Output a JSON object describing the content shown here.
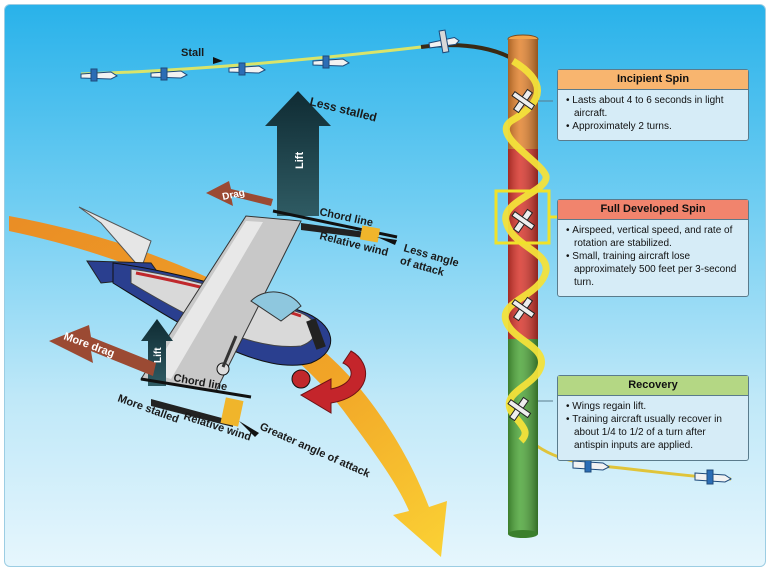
{
  "labels": {
    "stall": "Stall",
    "less_stalled": "Less stalled",
    "lift_top": "Lift",
    "drag_top": "Drag",
    "chord_line_top": "Chord line",
    "relative_wind_top": "Relative wind",
    "less_angle_of_attack": "Less angle of attack",
    "more_drag": "More drag",
    "lift_bottom": "Lift",
    "chord_line_bottom": "Chord line",
    "more_stalled": "More stalled",
    "relative_wind_bottom": "Relative wind",
    "greater_angle_of_attack": "Greater angle of attack"
  },
  "panels": [
    {
      "title": "Incipient Spin",
      "color": "#f8b56f",
      "bullets": [
        "Lasts about 4 to 6 seconds in light aircraft.",
        "Approximately 2 turns."
      ]
    },
    {
      "title": "Full Developed Spin",
      "color": "#f1846d",
      "bullets": [
        "Airspeed, vertical speed, and rate of rotation are stabilized.",
        "Small, training aircraft lose approximately 500 feet per 3-second turn."
      ]
    },
    {
      "title": "Recovery",
      "color": "#b4d784",
      "bullets": [
        "Wings regain lift.",
        "Training aircraft usually recover in about 1/4 to 1/2 of a turn after antispin inputs are applied."
      ]
    }
  ],
  "colors": {
    "incipient": "#e2832f",
    "developed": "#d8362d",
    "recovery": "#4ea63a",
    "highlight": "#f0e22a"
  }
}
